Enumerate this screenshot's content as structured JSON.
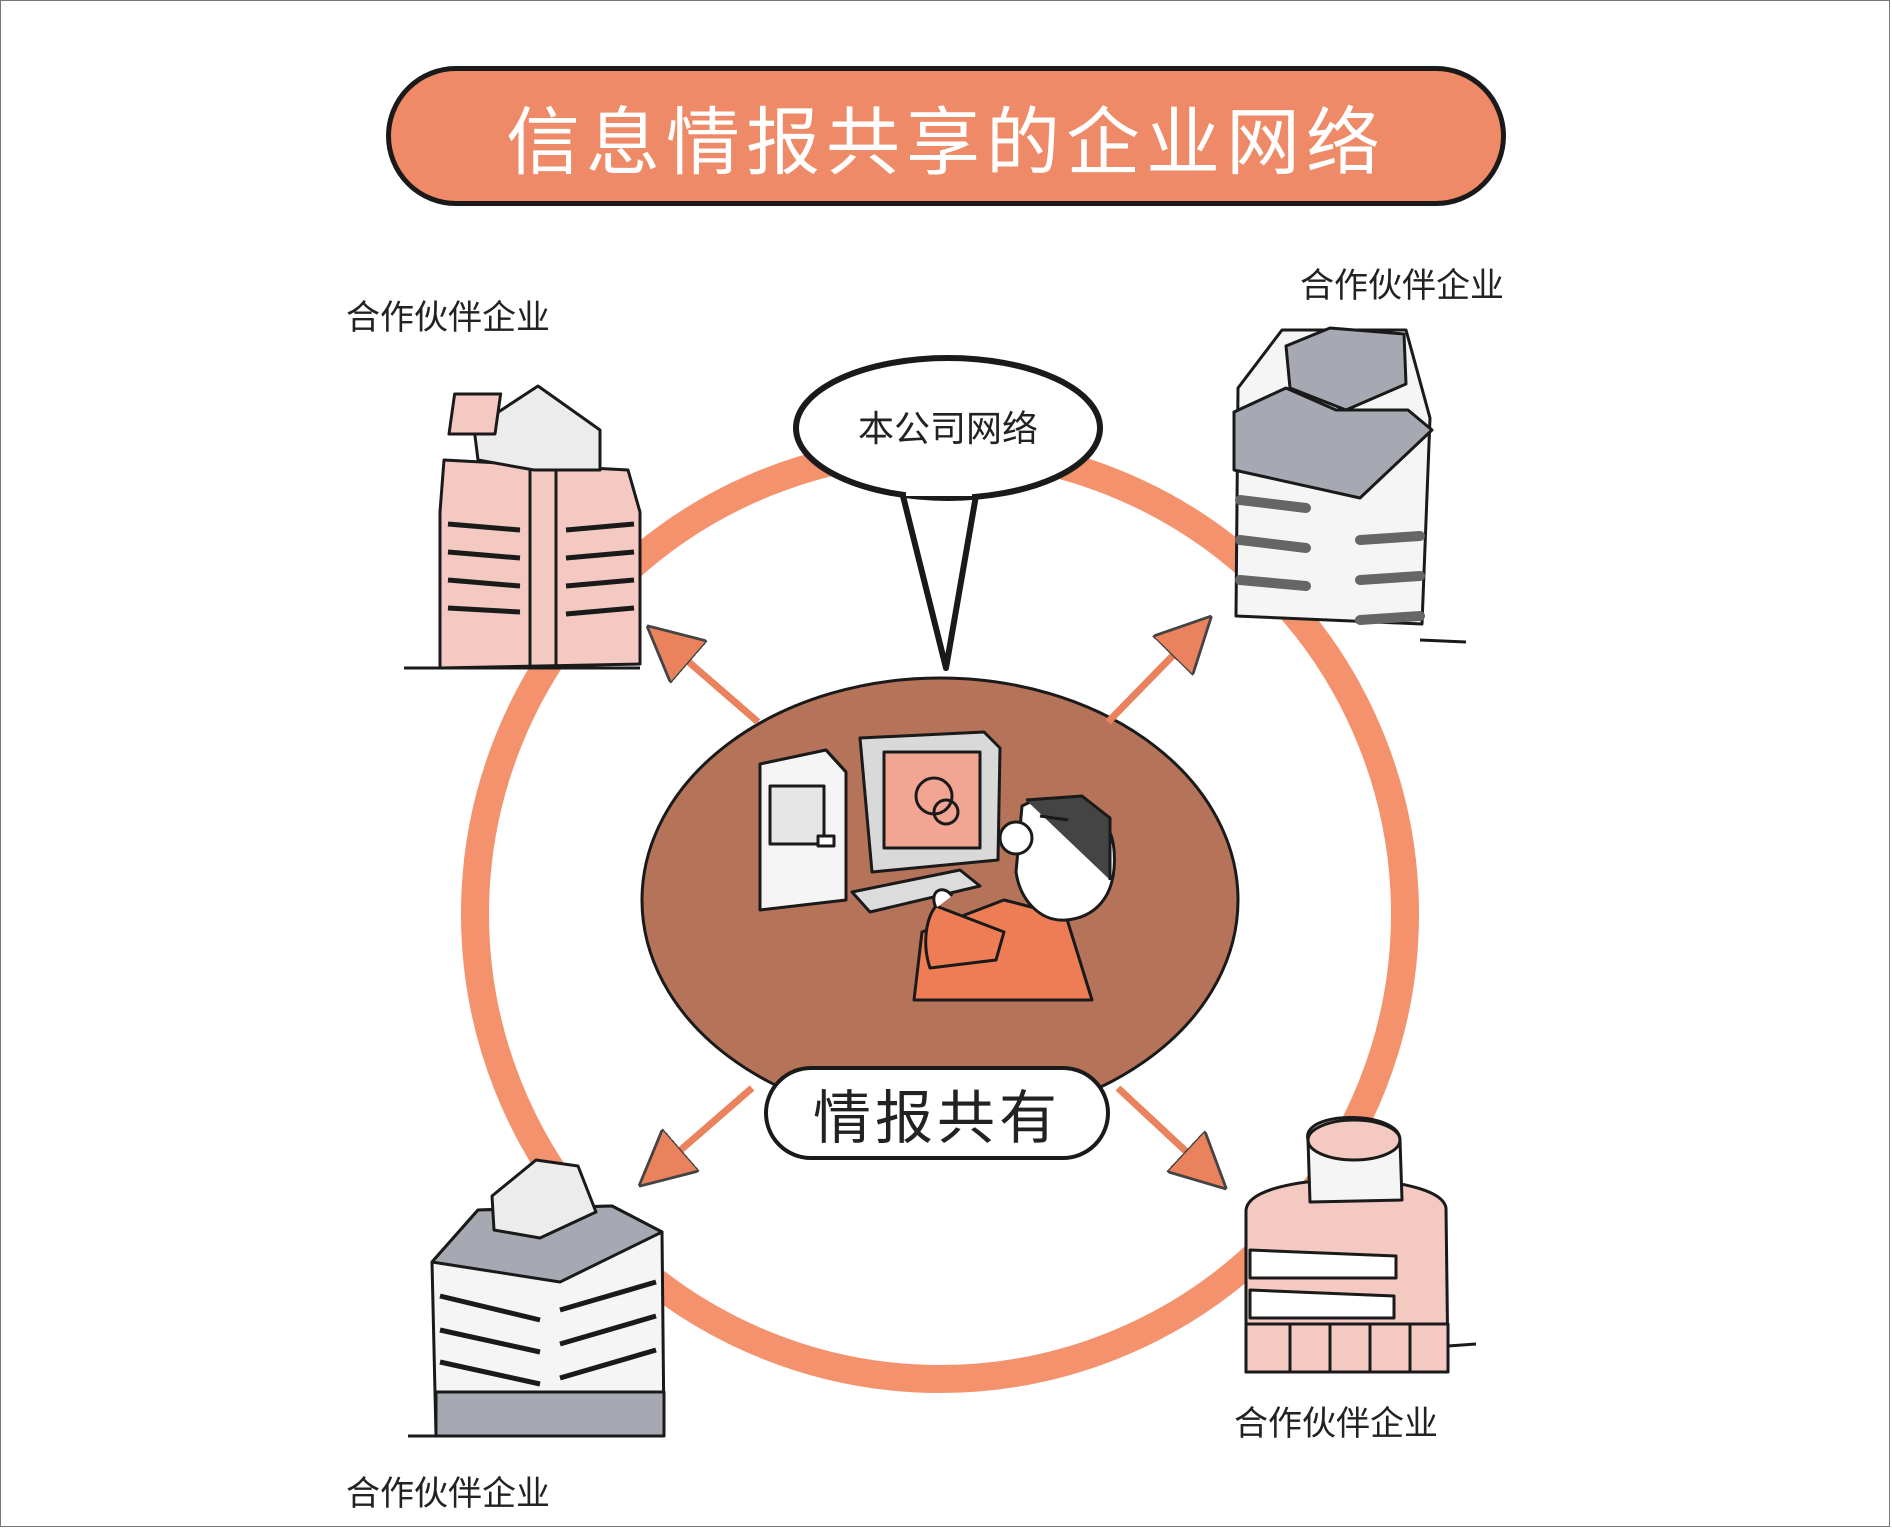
{
  "title": "信息情报共享的企业网络",
  "center_bubble": "本公司网络",
  "center_label": "情报共有",
  "partners": {
    "top_left": "合作伙伴企业",
    "top_right": "合作伙伴企业",
    "bottom_right": "合作伙伴企业",
    "bottom_left": "合作伙伴企业"
  },
  "colors": {
    "banner": "#ee8a67",
    "ring": "#f4926e",
    "center_disc": "#b5735a",
    "arrow": "#e9825d",
    "pink_building": "#f3c9c1",
    "gray_building": "#a6a9b2"
  }
}
